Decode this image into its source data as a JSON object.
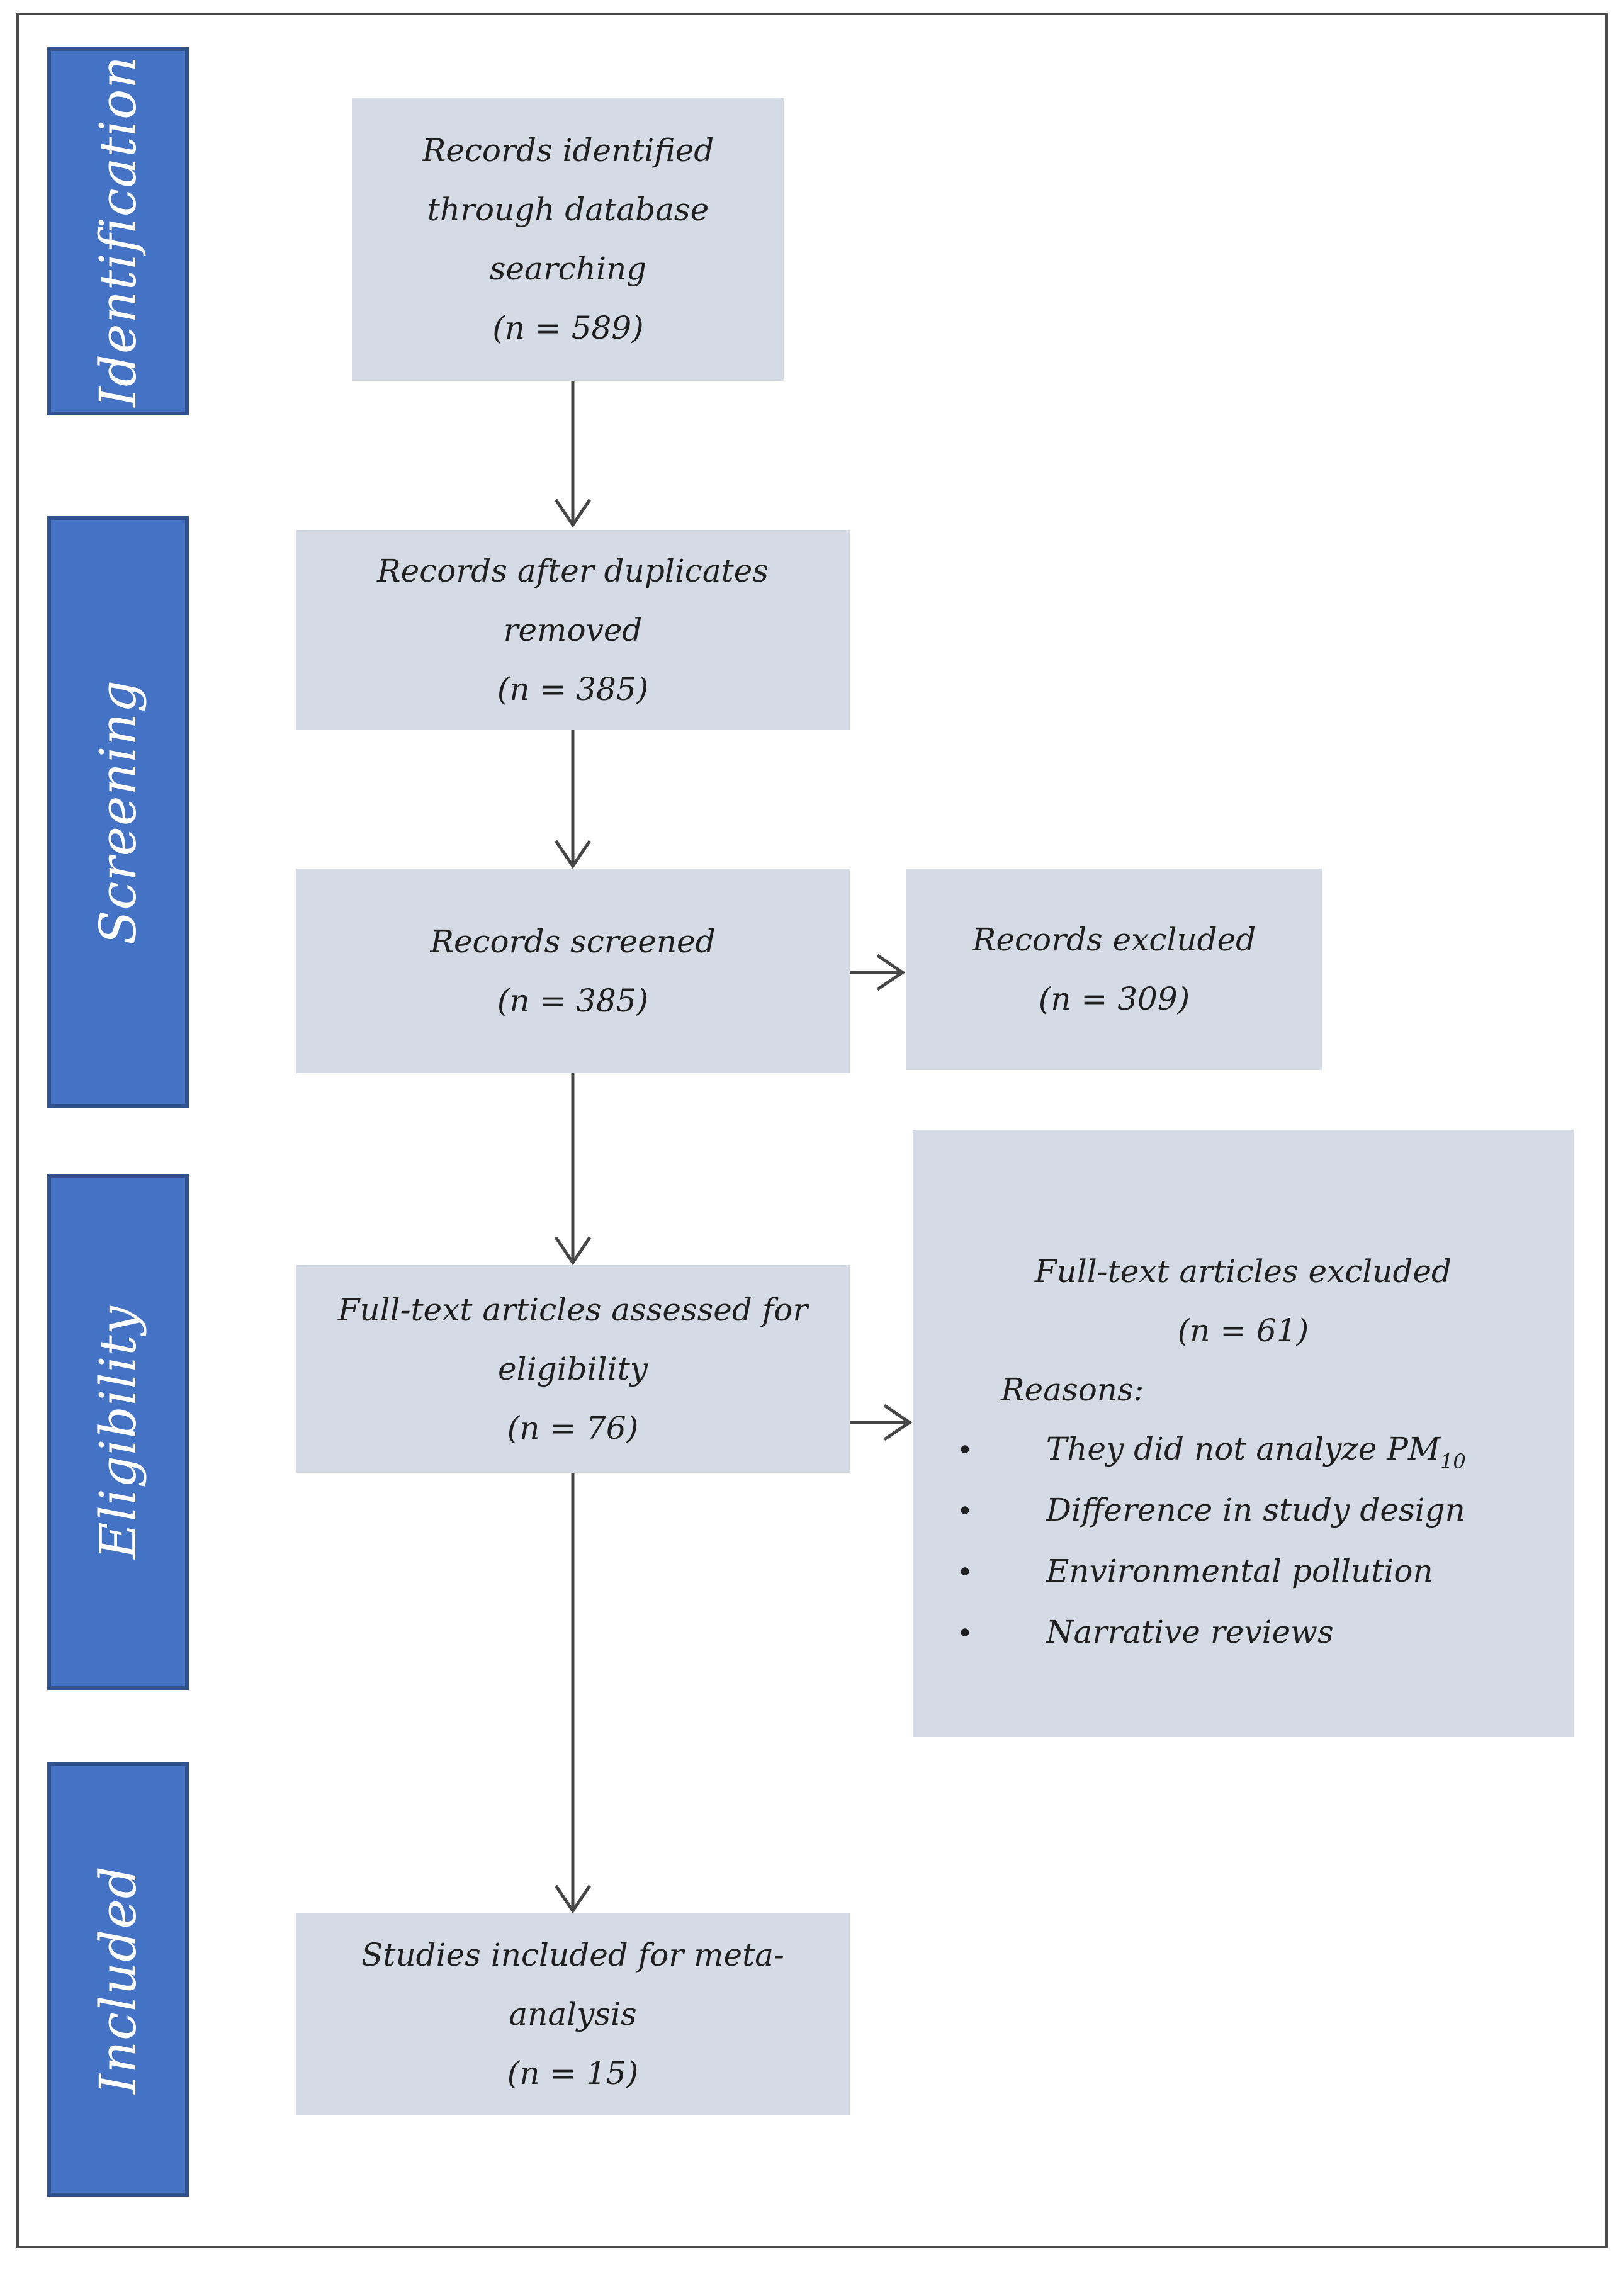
{
  "colors": {
    "sidebar_fill": "#4472c4",
    "sidebar_border": "#2f528f",
    "sidebar_text": "#ffffff",
    "box_fill": "#d5dbe5",
    "box_text": "#1f1f1f",
    "arrow": "#454545",
    "page_border": "#4a4a4a"
  },
  "sidebar": {
    "items": [
      {
        "label": "Identification"
      },
      {
        "label": "Screening"
      },
      {
        "label": "Eligibility"
      },
      {
        "label": "Included"
      }
    ]
  },
  "boxes": {
    "identified": {
      "lines": [
        "Records identified",
        "through database",
        "searching",
        "(n = 589)"
      ]
    },
    "duplicates_removed": {
      "lines": [
        "Records after duplicates",
        "removed",
        "(n = 385)"
      ]
    },
    "screened": {
      "lines": [
        "Records screened",
        "(n = 385)"
      ]
    },
    "records_excluded": {
      "lines": [
        "Records excluded",
        "(n = 309)"
      ]
    },
    "fulltext_assessed": {
      "lines": [
        "Full-text articles assessed for",
        "eligibility",
        "(n = 76)"
      ]
    },
    "fulltext_excluded": {
      "title": "Full-text articles excluded",
      "count": "(n = 61)",
      "reasons_label": "Reasons:",
      "bullet_glyph": "•",
      "reasons": [
        {
          "text": "They did not analyze PM",
          "subscript": "10"
        },
        {
          "text": "Difference in study design"
        },
        {
          "text": "Environmental pollution"
        },
        {
          "text": "Narrative reviews"
        }
      ]
    },
    "included_meta": {
      "lines": [
        "Studies included for meta-",
        "analysis",
        "(n = 15)"
      ]
    }
  }
}
